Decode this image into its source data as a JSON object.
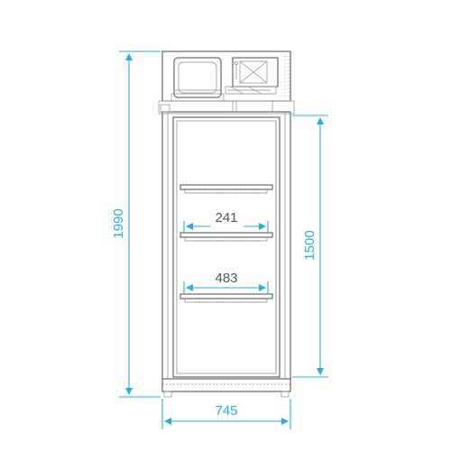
{
  "dimensions": {
    "overall_height": "1990",
    "interior_height": "1500",
    "half_width": "241",
    "shelf_width": "483",
    "overall_width": "745"
  },
  "colors": {
    "dimension": "#29aee3",
    "outline": "#4a4a4a"
  }
}
